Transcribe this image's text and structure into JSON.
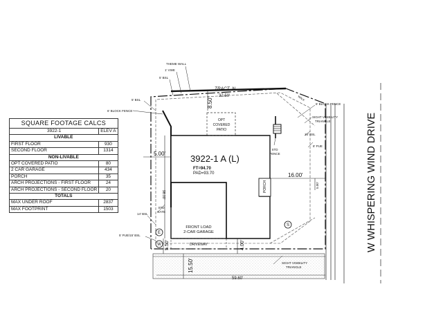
{
  "table": {
    "title": "SQUARE FOOTAGE CALCS",
    "plan_label": "3922-1",
    "elev_label": "ELEV A",
    "livable_header": "LIVABLE",
    "rows_livable": [
      {
        "label": "FIRST FLOOR",
        "value": "930"
      },
      {
        "label": "SECOND FLOOR",
        "value": "1314"
      }
    ],
    "nonlivable_header": "NON-LIVABLE",
    "rows_nonlivable": [
      {
        "label": "OPT COVERED PATIO",
        "value": "80"
      },
      {
        "label": "2 CAR GARAGE",
        "value": "434"
      },
      {
        "label": "PORCH",
        "value": "35"
      },
      {
        "label": "ARCH PROJECTIONS - FIRST FLOOR",
        "value": "24"
      },
      {
        "label": "ARCH PROJECTIONS - SECOND FLOOR",
        "value": "20"
      }
    ],
    "totals_header": "TOTALS",
    "rows_totals": [
      {
        "label": "MAX UNDER ROOF",
        "value": "2837"
      },
      {
        "label": "MAX FOOTPRINT",
        "value": "1503"
      }
    ]
  },
  "plan": {
    "plan_name": "3922-1 A (L)",
    "ft": "FT=94.70",
    "pad": "PAD=93.70",
    "tract": "TRACT_N",
    "street": "W WHISPERING WIND DRIVE",
    "garage_line1": "FRONT LOAD",
    "garage_line2": "2-CAR GARAGE",
    "patio_line1": "OPT",
    "patio_line2": "COVERED",
    "patio_line3": "PATIO",
    "porch": "PORCH",
    "driveway": "DRIVEWAY",
    "std_gate_1": "STD",
    "std_gate_2": "GATE",
    "std_fence_1": "STD",
    "std_fence_2": "FENCE",
    "theme_wall": "THEME WALL",
    "vwe": "1' VWE",
    "bsl_5_top": "5' BSL",
    "bsl_5_left": "5' BSL",
    "block_fence_left": "6' BLOCK FENCE",
    "block_fence_right": "6' BLOCK FENCE",
    "sight_visibility_top_1": "SIGHT VISIBILITY",
    "sight_visibility_top_2": "TRIANGLE",
    "sight_visibility_bot_1": "SIGHT VISIBILITY",
    "sight_visibility_bot_2": "TRIANGLE",
    "bsl_15": "15' BSL",
    "pue_8": "8' PUE",
    "bsl_14": "14' BSL",
    "pue_bsl": "5' PUE/15' BSL",
    "dim_top": "32.50'",
    "dim_850": "8.50'",
    "dim_500": "5.00'",
    "dim_1600": "16.00'",
    "dim_400": "4.00'",
    "dim_550": "5.50'",
    "dim_1550": "15.50'",
    "dim_bottom": "59.60'",
    "dim_left": "98.00'",
    "dim_right": "5.00'",
    "corner_walk": "WALK",
    "marker_e": "E",
    "marker_w": "W",
    "marker_s": "S"
  }
}
